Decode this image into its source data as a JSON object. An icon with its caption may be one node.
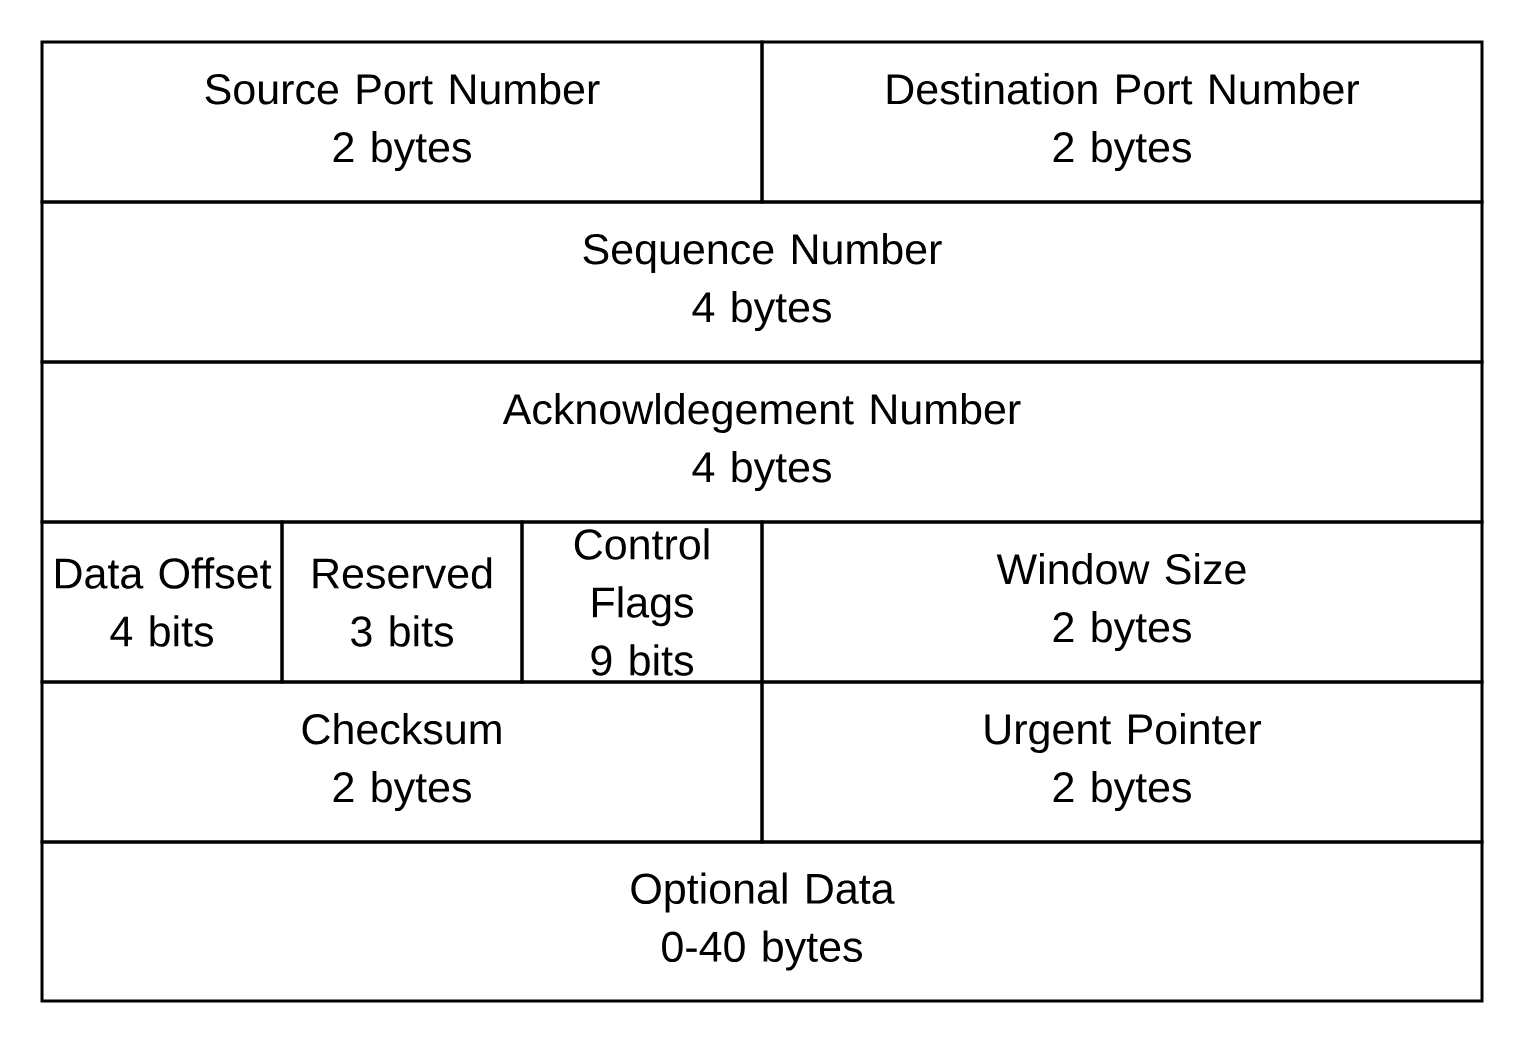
{
  "diagram": {
    "nodes": [
      {
        "text": [
          "Source Port Number",
          "2 bytes"
        ]
      },
      {
        "text": [
          "Destination Port Number",
          "2 bytes"
        ]
      },
      {
        "text": [
          "Sequence Number",
          "4 bytes"
        ]
      },
      {
        "text": [
          "Acknowldegement Number",
          "4 bytes"
        ]
      },
      {
        "text": [
          "Data Offset",
          "4 bits"
        ]
      },
      {
        "text": [
          "Reserved",
          "3 bits"
        ]
      },
      {
        "text": [
          "Control Flags",
          "9 bits"
        ]
      },
      {
        "text": [
          "Window Size",
          "2 bytes"
        ]
      },
      {
        "text": [
          "Checksum",
          "2 bytes"
        ]
      },
      {
        "text": [
          "Urgent Pointer",
          "2 bytes"
        ]
      },
      {
        "text": [
          "Optional Data",
          "0-40 bytes"
        ]
      }
    ]
  }
}
